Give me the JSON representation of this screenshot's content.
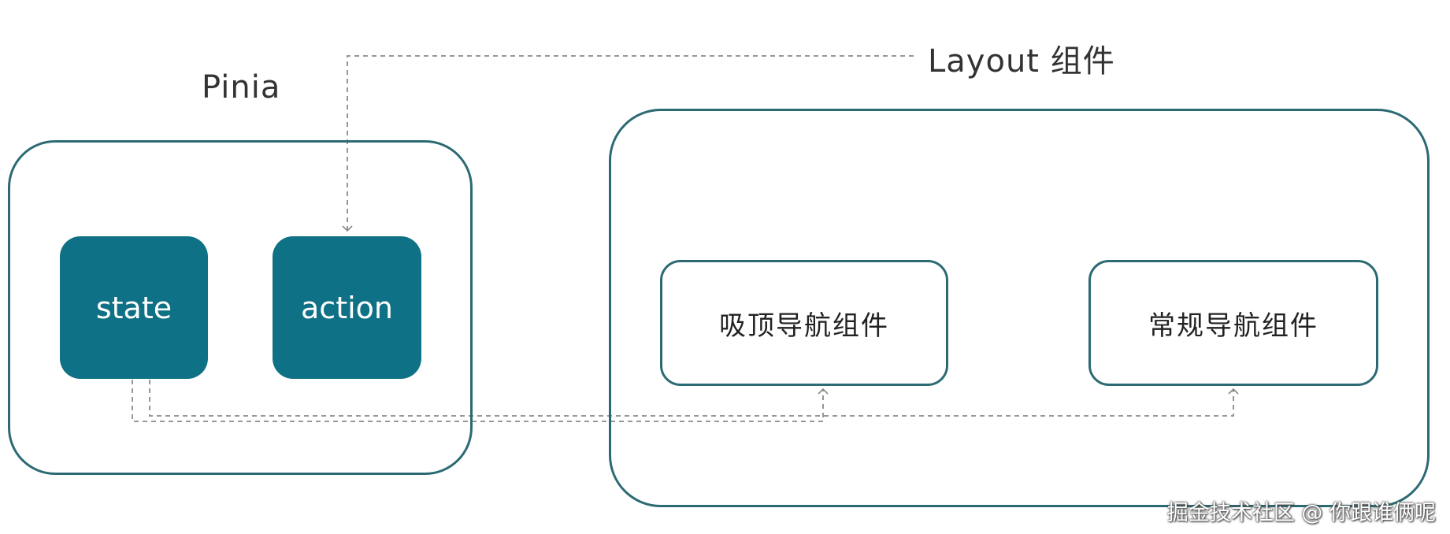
{
  "labels": {
    "pinia": "Pinia",
    "layout": "Layout 组件"
  },
  "store": {
    "state": "state",
    "action": "action"
  },
  "nav": {
    "sticky": "吸顶导航组件",
    "normal": "常规导航组件"
  },
  "watermark": "掘金技术社区 @ 你跟谁俩呢",
  "colors": {
    "outline": "#2c6a73",
    "store_fill": "#0f7185",
    "connector": "#8a8a8a"
  }
}
